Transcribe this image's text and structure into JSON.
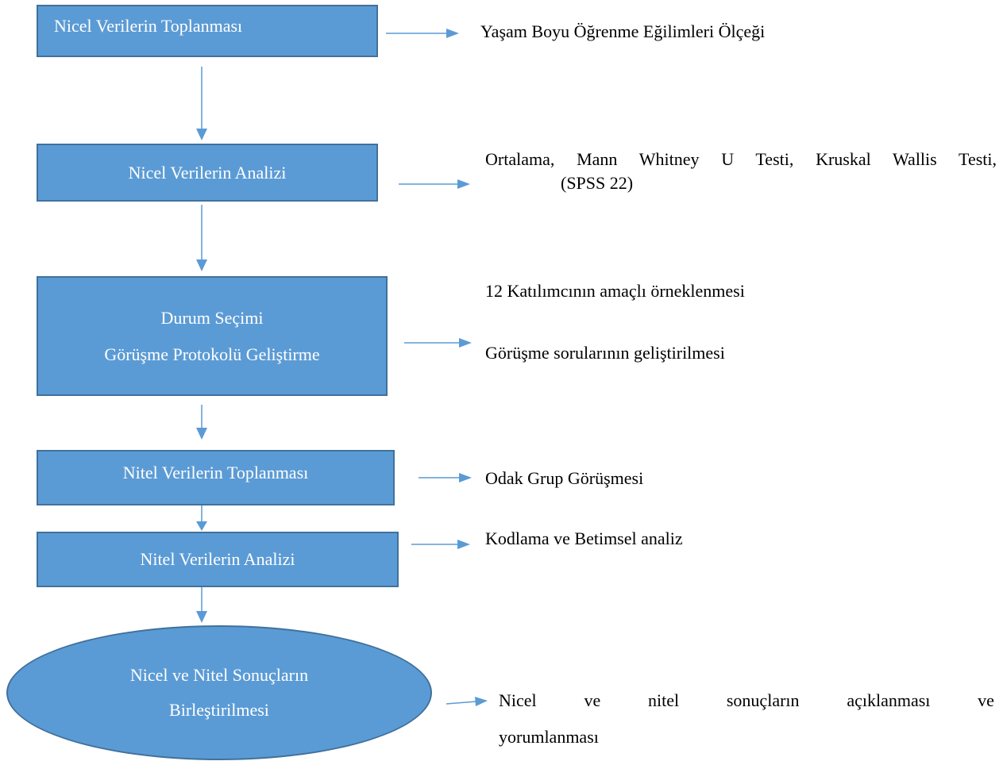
{
  "steps": [
    {
      "label": "Nicel Verilerin Toplanması"
    },
    {
      "label": "Nicel Verilerin Analizi"
    },
    {
      "line1": "Durum Seçimi",
      "line2": "Görüşme Protokolü Geliştirme"
    },
    {
      "label": "Nitel Verilerin Toplanması"
    },
    {
      "label": "Nitel Verilerin Analizi"
    },
    {
      "line1": "Nicel ve Nitel Sonuçların",
      "line2": "Birleştirilmesi"
    }
  ],
  "notes": {
    "n1": "Yaşam Boyu Öğrenme Eğilimleri Ölçeği",
    "n2_line1": "Ortalama, Mann Whitney U Testi, Kruskal Wallis Testi,",
    "n2_line2": "(SPSS 22)",
    "n3_line1": "12 Katılımcının amaçlı örneklenmesi",
    "n3_line2": "Görüşme sorularının geliştirilmesi",
    "n4": "Odak Grup Görüşmesi",
    "n5": "Kodlama ve Betimsel analiz",
    "n6_words": [
      "Nicel",
      "ve",
      "nitel",
      "sonuçların",
      "açıklanması",
      "ve"
    ],
    "n6_line2": "yorumlanması"
  },
  "colors": {
    "box_fill": "#5b9bd5",
    "box_border": "#41719c",
    "arrow": "#5b9bd5"
  }
}
